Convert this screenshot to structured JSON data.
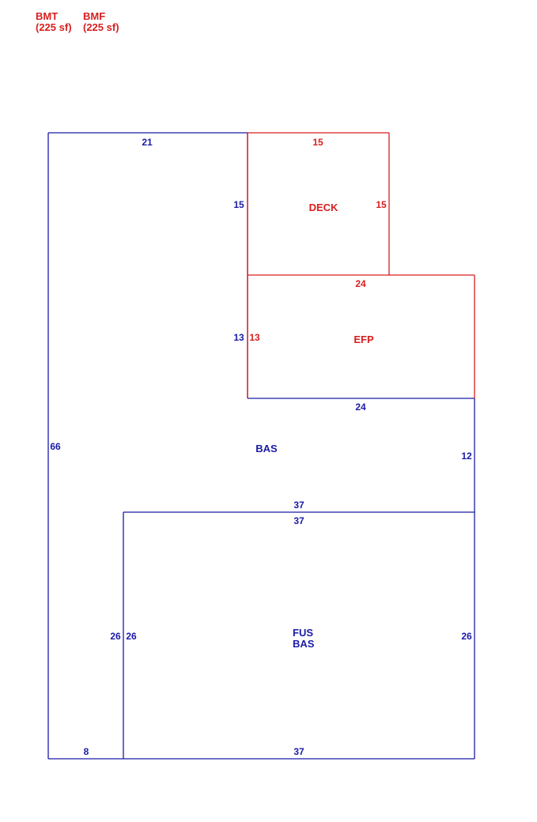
{
  "colors": {
    "blue": "#1a1aa6",
    "red": "#d81e1e",
    "background": "#ffffff"
  },
  "legend": [
    {
      "code": "BMT",
      "area": "(225 sf)"
    },
    {
      "code": "BMF",
      "area": "(225 sf)"
    }
  ],
  "areas": {
    "deck": "DECK",
    "efp": "EFP",
    "bas": "BAS",
    "fus": "FUS",
    "bas_lower": "BAS"
  },
  "dimensions": {
    "bas_top": "21",
    "bas_left": "66",
    "bas_bottom_left": "8",
    "bas_right": "12",
    "bas_inner_top": "37",
    "bas_inner_left": "26",
    "bas_notch_side": "13",
    "bas_notch_bottom": "24",
    "bas_deck_side": "15",
    "deck_top": "15",
    "deck_right": "15",
    "efp_top": "24",
    "efp_left": "13",
    "fus_top": "37",
    "fus_left": "26",
    "fus_right": "26",
    "fus_bottom": "37"
  }
}
